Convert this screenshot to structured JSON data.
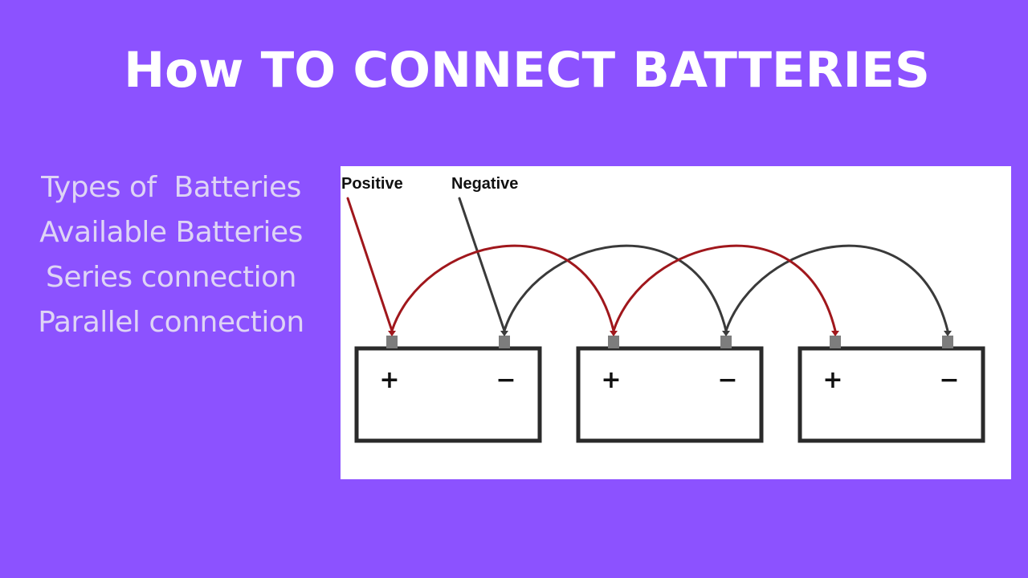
{
  "slide": {
    "title": "How TO CONNECT BATTERIES",
    "topics": [
      "Types of  Batteries",
      "Available Batteries",
      "Series connection",
      "Parallel connection"
    ]
  },
  "diagram": {
    "positive_label": "Positive",
    "negative_label": "Negative",
    "batteries": [
      {
        "positive_sign": "+",
        "negative_sign": "−"
      },
      {
        "positive_sign": "+",
        "negative_sign": "−"
      },
      {
        "positive_sign": "+",
        "negative_sign": "−"
      }
    ],
    "colors": {
      "background": "#8c52ff",
      "positive_wire": "#a0171c",
      "negative_wire": "#3a3a3a",
      "terminal": "#7d7d7d",
      "battery_outline": "#2a2a2a"
    }
  }
}
